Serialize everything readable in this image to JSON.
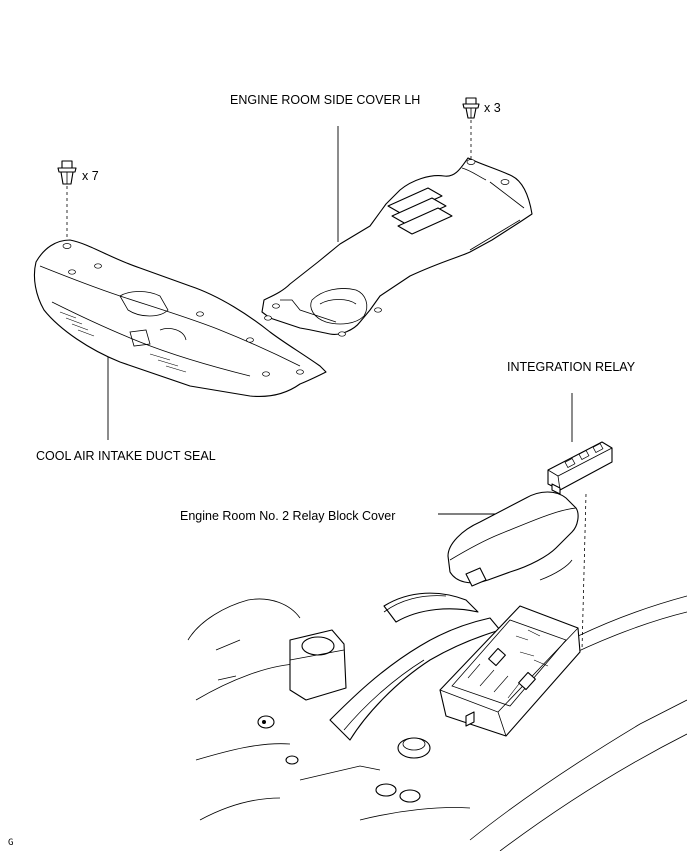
{
  "labels": {
    "side_cover": "ENGINE ROOM SIDE COVER LH",
    "clip_count_right": "x 3",
    "clip_count_left": "x 7",
    "integration_relay": "INTEGRATION RELAY",
    "relay_block_cover": "Engine Room No. 2 Relay Block Cover",
    "duct_seal": "COOL AIR INTAKE DUCT SEAL"
  },
  "figure_code": "G"
}
